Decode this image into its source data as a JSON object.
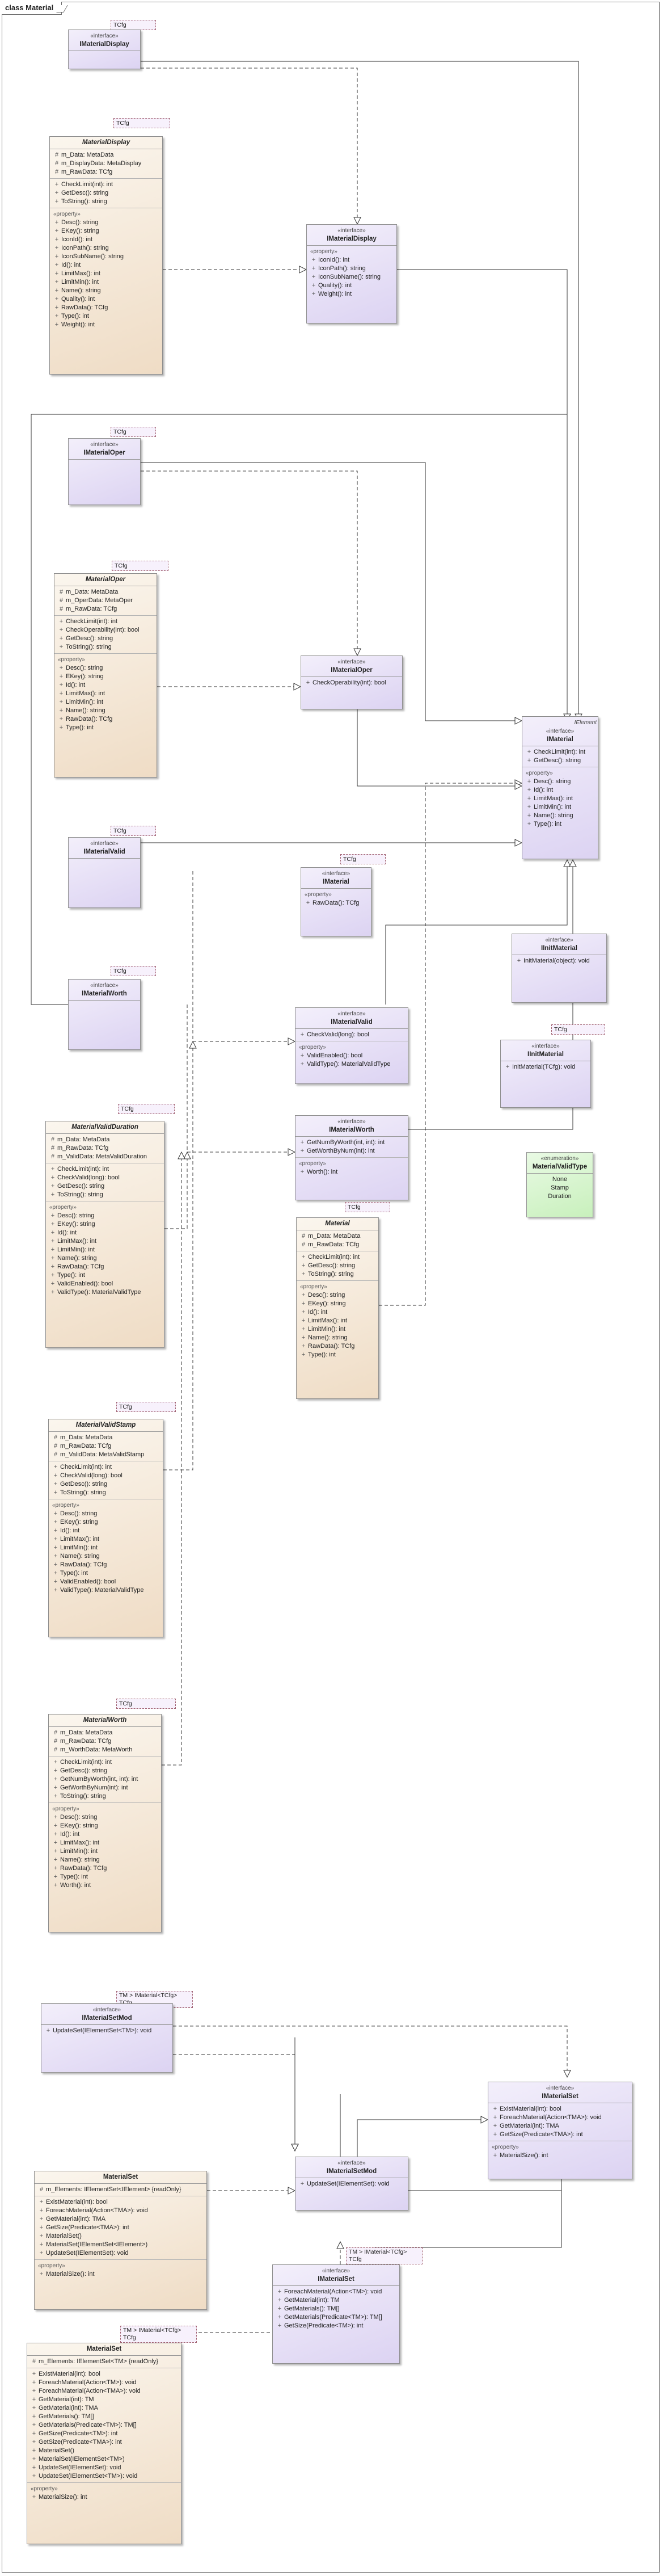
{
  "frame": {
    "title": "class Material"
  },
  "labels": {
    "interface": "«interface»",
    "property": "«property»",
    "enumeration": "«enumeration»",
    "element": "IElement"
  },
  "templates": {
    "t1": "TCfg",
    "t2": "TCfg",
    "t3": "TCfg",
    "t4": "TCfg",
    "t5": "TCfg",
    "t6": "TCfg",
    "t7": "TCfg",
    "t8": "TCfg",
    "t9": "TCfg",
    "t10": "TCfg",
    "t11": "TCfg",
    "t12": "TCfg",
    "t13": "TCfg",
    "t14": "TCfg",
    "t15": "TM > IMaterial<TCfg>",
    "t15b": "TCfg",
    "t16": "TM > IMaterial<TCfg>",
    "t17": "TM > IMaterial<TCfg>",
    "t17b": "TCfg"
  },
  "boxes": {
    "b01": {
      "name": "IMaterialDisplay",
      "attrs": [],
      "ops": [],
      "props": []
    },
    "b02": {
      "name": "MaterialDisplay",
      "attrs": [
        [
          "#",
          "m_Data: MetaData"
        ],
        [
          "#",
          "m_DisplayData: MetaDisplay"
        ],
        [
          "#",
          "m_RawData: TCfg"
        ]
      ],
      "ops": [
        [
          "+",
          "CheckLimit(int): int"
        ],
        [
          "+",
          "GetDesc(): string"
        ],
        [
          "+",
          "ToString(): string"
        ]
      ],
      "props": [
        [
          "+",
          "Desc(): string"
        ],
        [
          "+",
          "EKey(): string"
        ],
        [
          "+",
          "IconId(): int"
        ],
        [
          "+",
          "IconPath(): string"
        ],
        [
          "+",
          "IconSubName(): string"
        ],
        [
          "+",
          "Id(): int"
        ],
        [
          "+",
          "LimitMax(): int"
        ],
        [
          "+",
          "LimitMin(): int"
        ],
        [
          "+",
          "Name(): string"
        ],
        [
          "+",
          "Quality(): int"
        ],
        [
          "+",
          "RawData(): TCfg"
        ],
        [
          "+",
          "Type(): int"
        ],
        [
          "+",
          "Weight(): int"
        ]
      ]
    },
    "b03": {
      "name": "IMaterialDisplay",
      "attrs": [],
      "ops": [],
      "props": [
        [
          "+",
          "IconId(): int"
        ],
        [
          "+",
          "IconPath(): string"
        ],
        [
          "+",
          "IconSubName(): string"
        ],
        [
          "+",
          "Quality(): int"
        ],
        [
          "+",
          "Weight(): int"
        ]
      ]
    },
    "b04": {
      "name": "IMaterialOper",
      "attrs": [],
      "ops": [],
      "props": []
    },
    "b05": {
      "name": "MaterialOper",
      "attrs": [
        [
          "#",
          "m_Data: MetaData"
        ],
        [
          "#",
          "m_OperData: MetaOper"
        ],
        [
          "#",
          "m_RawData: TCfg"
        ]
      ],
      "ops": [
        [
          "+",
          "CheckLimit(int): int"
        ],
        [
          "+",
          "CheckOperability(int): bool"
        ],
        [
          "+",
          "GetDesc(): string"
        ],
        [
          "+",
          "ToString(): string"
        ]
      ],
      "props": [
        [
          "+",
          "Desc(): string"
        ],
        [
          "+",
          "EKey(): string"
        ],
        [
          "+",
          "Id(): int"
        ],
        [
          "+",
          "LimitMax(): int"
        ],
        [
          "+",
          "LimitMin(): int"
        ],
        [
          "+",
          "Name(): string"
        ],
        [
          "+",
          "RawData(): TCfg"
        ],
        [
          "+",
          "Type(): int"
        ]
      ]
    },
    "b06": {
      "name": "IMaterialOper",
      "attrs": [],
      "ops": [
        [
          "+",
          "CheckOperability(int): bool"
        ]
      ],
      "props": []
    },
    "b07": {
      "name": "IMaterial",
      "attrs": [],
      "ops": [
        [
          "+",
          "CheckLimit(int): int"
        ],
        [
          "+",
          "GetDesc(): string"
        ]
      ],
      "props": [
        [
          "+",
          "Desc(): string"
        ],
        [
          "+",
          "Id(): int"
        ],
        [
          "+",
          "LimitMax(): int"
        ],
        [
          "+",
          "LimitMin(): int"
        ],
        [
          "+",
          "Name(): string"
        ],
        [
          "+",
          "Type(): int"
        ]
      ]
    },
    "b08": {
      "name": "IMaterialValid",
      "attrs": [],
      "ops": [],
      "props": []
    },
    "b09": {
      "name": "IMaterial",
      "attrs": [],
      "ops": [],
      "props": [
        [
          "+",
          "RawData(): TCfg"
        ]
      ]
    },
    "b10": {
      "name": "IInitMaterial",
      "attrs": [],
      "ops": [
        [
          "+",
          "InitMaterial(object): void"
        ]
      ],
      "props": []
    },
    "b11": {
      "name": "IInitMaterial",
      "attrs": [],
      "ops": [
        [
          "+",
          "InitMaterial(TCfg): void"
        ]
      ],
      "props": []
    },
    "b12": {
      "name": "IMaterialWorth",
      "attrs": [],
      "ops": [],
      "props": []
    },
    "b13": {
      "name": "IMaterialValid",
      "attrs": [],
      "ops": [
        [
          "+",
          "CheckValid(long): bool"
        ]
      ],
      "props": [
        [
          "+",
          "ValidEnabled(): bool"
        ],
        [
          "+",
          "ValidType(): MaterialValidType"
        ]
      ]
    },
    "b14": {
      "name": "IMaterialWorth",
      "attrs": [],
      "ops": [
        [
          "+",
          "GetNumByWorth(int, int): int"
        ],
        [
          "+",
          "GetWorthByNum(int): int"
        ]
      ],
      "props": [
        [
          "+",
          "Worth(): int"
        ]
      ]
    },
    "b15": {
      "name": "MaterialValidType",
      "values": [
        "None",
        "Stamp",
        "Duration"
      ]
    },
    "b16": {
      "name": "MaterialValidDuration",
      "attrs": [
        [
          "#",
          "m_Data: MetaData"
        ],
        [
          "#",
          "m_RawData: TCfg"
        ],
        [
          "#",
          "m_ValidData: MetaValidDuration"
        ]
      ],
      "ops": [
        [
          "+",
          "CheckLimit(int): int"
        ],
        [
          "+",
          "CheckValid(long): bool"
        ],
        [
          "+",
          "GetDesc(): string"
        ],
        [
          "+",
          "ToString(): string"
        ]
      ],
      "props": [
        [
          "+",
          "Desc(): string"
        ],
        [
          "+",
          "EKey(): string"
        ],
        [
          "+",
          "Id(): int"
        ],
        [
          "+",
          "LimitMax(): int"
        ],
        [
          "+",
          "LimitMin(): int"
        ],
        [
          "+",
          "Name(): string"
        ],
        [
          "+",
          "RawData(): TCfg"
        ],
        [
          "+",
          "Type(): int"
        ],
        [
          "+",
          "ValidEnabled(): bool"
        ],
        [
          "+",
          "ValidType(): MaterialValidType"
        ]
      ]
    },
    "b17": {
      "name": "Material",
      "attrs": [
        [
          "#",
          "m_Data: MetaData"
        ],
        [
          "#",
          "m_RawData: TCfg"
        ]
      ],
      "ops": [
        [
          "+",
          "CheckLimit(int): int"
        ],
        [
          "+",
          "GetDesc(): string"
        ],
        [
          "+",
          "ToString(): string"
        ]
      ],
      "props": [
        [
          "+",
          "Desc(): string"
        ],
        [
          "+",
          "EKey(): string"
        ],
        [
          "+",
          "Id(): int"
        ],
        [
          "+",
          "LimitMax(): int"
        ],
        [
          "+",
          "LimitMin(): int"
        ],
        [
          "+",
          "Name(): string"
        ],
        [
          "+",
          "RawData(): TCfg"
        ],
        [
          "+",
          "Type(): int"
        ]
      ]
    },
    "b18": {
      "name": "MaterialValidStamp",
      "attrs": [
        [
          "#",
          "m_Data: MetaData"
        ],
        [
          "#",
          "m_RawData: TCfg"
        ],
        [
          "#",
          "m_ValidData: MetaValidStamp"
        ]
      ],
      "ops": [
        [
          "+",
          "CheckLimit(int): int"
        ],
        [
          "+",
          "CheckValid(long): bool"
        ],
        [
          "+",
          "GetDesc(): string"
        ],
        [
          "+",
          "ToString(): string"
        ]
      ],
      "props": [
        [
          "+",
          "Desc(): string"
        ],
        [
          "+",
          "EKey(): string"
        ],
        [
          "+",
          "Id(): int"
        ],
        [
          "+",
          "LimitMax(): int"
        ],
        [
          "+",
          "LimitMin(): int"
        ],
        [
          "+",
          "Name(): string"
        ],
        [
          "+",
          "RawData(): TCfg"
        ],
        [
          "+",
          "Type(): int"
        ],
        [
          "+",
          "ValidEnabled(): bool"
        ],
        [
          "+",
          "ValidType(): MaterialValidType"
        ]
      ]
    },
    "b19": {
      "name": "MaterialWorth",
      "attrs": [
        [
          "#",
          "m_Data: MetaData"
        ],
        [
          "#",
          "m_RawData: TCfg"
        ],
        [
          "#",
          "m_WorthData: MetaWorth"
        ]
      ],
      "ops": [
        [
          "+",
          "CheckLimit(int): int"
        ],
        [
          "+",
          "GetDesc(): string"
        ],
        [
          "+",
          "GetNumByWorth(int, int): int"
        ],
        [
          "+",
          "GetWorthByNum(int): int"
        ],
        [
          "+",
          "ToString(): string"
        ]
      ],
      "props": [
        [
          "+",
          "Desc(): string"
        ],
        [
          "+",
          "EKey(): string"
        ],
        [
          "+",
          "Id(): int"
        ],
        [
          "+",
          "LimitMax(): int"
        ],
        [
          "+",
          "LimitMin(): int"
        ],
        [
          "+",
          "Name(): string"
        ],
        [
          "+",
          "RawData(): TCfg"
        ],
        [
          "+",
          "Type(): int"
        ],
        [
          "+",
          "Worth(): int"
        ]
      ]
    },
    "b20": {
      "name": "IMaterialSetMod",
      "attrs": [],
      "ops": [
        [
          "+",
          "UpdateSet(IElementSet<TM>): void"
        ]
      ],
      "props": []
    },
    "b21": {
      "name": "IMaterialSet",
      "attrs": [],
      "ops": [
        [
          "+",
          "ExistMaterial(int): bool"
        ],
        [
          "+",
          "ForeachMaterial(Action<TMA>): void"
        ],
        [
          "+",
          "GetMaterial(int): TMA"
        ],
        [
          "+",
          "GetSize(Predicate<TMA>): int"
        ]
      ],
      "props": [
        [
          "+",
          "MaterialSize(): int"
        ]
      ]
    },
    "b22": {
      "name": "MaterialSet",
      "attrs": [
        [
          "#",
          "m_Elements: IElementSet<IElement> {readOnly}"
        ]
      ],
      "ops": [
        [
          "+",
          "ExistMaterial(int): bool"
        ],
        [
          "+",
          "ForeachMaterial(Action<TMA>): void"
        ],
        [
          "+",
          "GetMaterial(int): TMA"
        ],
        [
          "+",
          "GetSize(Predicate<TMA>): int"
        ],
        [
          "+",
          "MaterialSet()"
        ],
        [
          "+",
          "MaterialSet(IElementSet<IElement>)"
        ],
        [
          "+",
          "UpdateSet(IElementSet): void"
        ]
      ],
      "props": [
        [
          "+",
          "MaterialSize(): int"
        ]
      ]
    },
    "b23": {
      "name": "IMaterialSetMod",
      "attrs": [],
      "ops": [
        [
          "+",
          "UpdateSet(IElementSet): void"
        ]
      ],
      "props": []
    },
    "b24": {
      "name": "IMaterialSet",
      "attrs": [],
      "ops": [
        [
          "+",
          "ForeachMaterial(Action<TM>): void"
        ],
        [
          "+",
          "GetMaterial(int): TM"
        ],
        [
          "+",
          "GetMaterials(): TM[]"
        ],
        [
          "+",
          "GetMaterials(Predicate<TM>): TM[]"
        ],
        [
          "+",
          "GetSize(Predicate<TM>): int"
        ]
      ],
      "props": []
    },
    "b25": {
      "name": "MaterialSet",
      "attrs": [
        [
          "#",
          "m_Elements: IElementSet<TM> {readOnly}"
        ]
      ],
      "ops": [
        [
          "+",
          "ExistMaterial(int): bool"
        ],
        [
          "+",
          "ForeachMaterial(Action<TM>): void"
        ],
        [
          "+",
          "ForeachMaterial(Action<TMA>): void"
        ],
        [
          "+",
          "GetMaterial(int): TM"
        ],
        [
          "+",
          "GetMaterial(int): TMA"
        ],
        [
          "+",
          "GetMaterials(): TM[]"
        ],
        [
          "+",
          "GetMaterials(Predicate<TM>): TM[]"
        ],
        [
          "+",
          "GetSize(Predicate<TM>): int"
        ],
        [
          "+",
          "GetSize(Predicate<TMA>): int"
        ],
        [
          "+",
          "MaterialSet()"
        ],
        [
          "+",
          "MaterialSet(IElementSet<TM>)"
        ],
        [
          "+",
          "UpdateSet(IElementSet): void"
        ],
        [
          "+",
          "UpdateSet(IElementSet<TM>): void"
        ]
      ],
      "props": [
        [
          "+",
          "MaterialSize(): int"
        ]
      ]
    }
  }
}
